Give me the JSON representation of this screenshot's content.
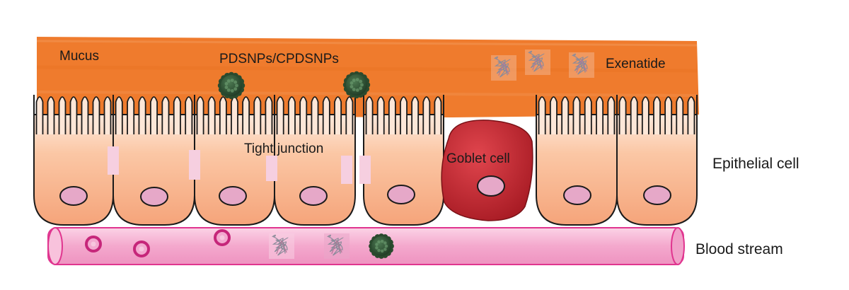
{
  "labels": {
    "mucus": "Mucus",
    "nanoparticles": "PDSNPs/CPDSNPs",
    "exenatide": "Exenatide",
    "tight_junction": "Tight junction",
    "goblet_cell": "Goblet cell",
    "epithelial_cell": "Epithelial cell",
    "blood_stream": "Blood stream"
  },
  "colors": {
    "mucus": "#ef7b2d",
    "cell_fill": "#f7b48c",
    "cell_top": "#fde7d8",
    "nucleus": "#e6a8c8",
    "tight_junction": "#f6cfe0",
    "goblet": "#c9252f",
    "vessel": "#f3a9cf",
    "vessel_stroke": "#e0358f",
    "nanoparticle": "#2f4f33"
  }
}
